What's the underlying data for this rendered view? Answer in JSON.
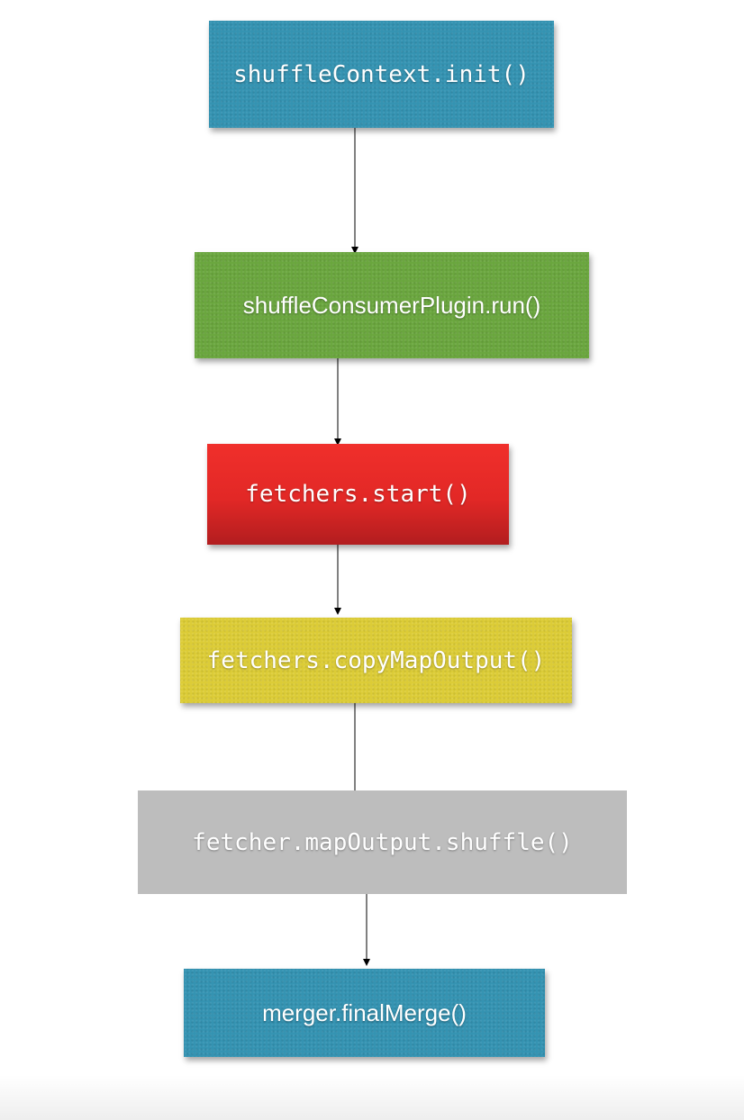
{
  "diagram": {
    "nodes": [
      {
        "id": "n1",
        "label": "shuffleContext.init()",
        "color": "#3493b2"
      },
      {
        "id": "n2",
        "label": "shuffleConsumerPlugin.run()",
        "color": "#6aa63e"
      },
      {
        "id": "n3",
        "label": "fetchers.start()",
        "color": "#e22826"
      },
      {
        "id": "n4",
        "label": "fetchers.copyMapOutput()",
        "color": "#dccc36"
      },
      {
        "id": "n5",
        "label": "fetcher.mapOutput.shuffle()",
        "color": "#bdbdbd"
      },
      {
        "id": "n6",
        "label": "merger.finalMerge()",
        "color": "#3493b2"
      }
    ],
    "edges": [
      {
        "from": "n1",
        "to": "n2"
      },
      {
        "from": "n2",
        "to": "n3"
      },
      {
        "from": "n3",
        "to": "n4"
      },
      {
        "from": "n4",
        "to": "n5"
      },
      {
        "from": "n5",
        "to": "n6"
      }
    ]
  }
}
